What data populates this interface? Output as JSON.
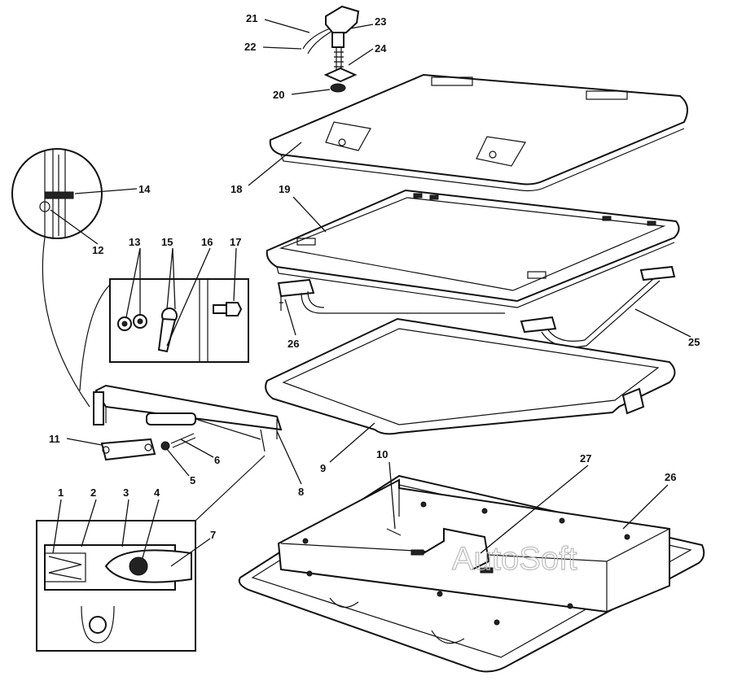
{
  "diagram": {
    "callouts": {
      "c1": "1",
      "c2": "2",
      "c3": "3",
      "c4": "4",
      "c5": "5",
      "c6": "6",
      "c7": "7",
      "c8": "8",
      "c9": "9",
      "c10": "10",
      "c11": "11",
      "c12": "12",
      "c13": "13",
      "c14": "14",
      "c15": "15",
      "c16": "16",
      "c17": "17",
      "c18": "18",
      "c19": "19",
      "c20": "20",
      "c21": "21",
      "c22": "22",
      "c23": "23",
      "c24": "24",
      "c25": "25",
      "c26a": "26",
      "c26b": "26",
      "c27": "27"
    },
    "watermark": "AutoSoft"
  }
}
